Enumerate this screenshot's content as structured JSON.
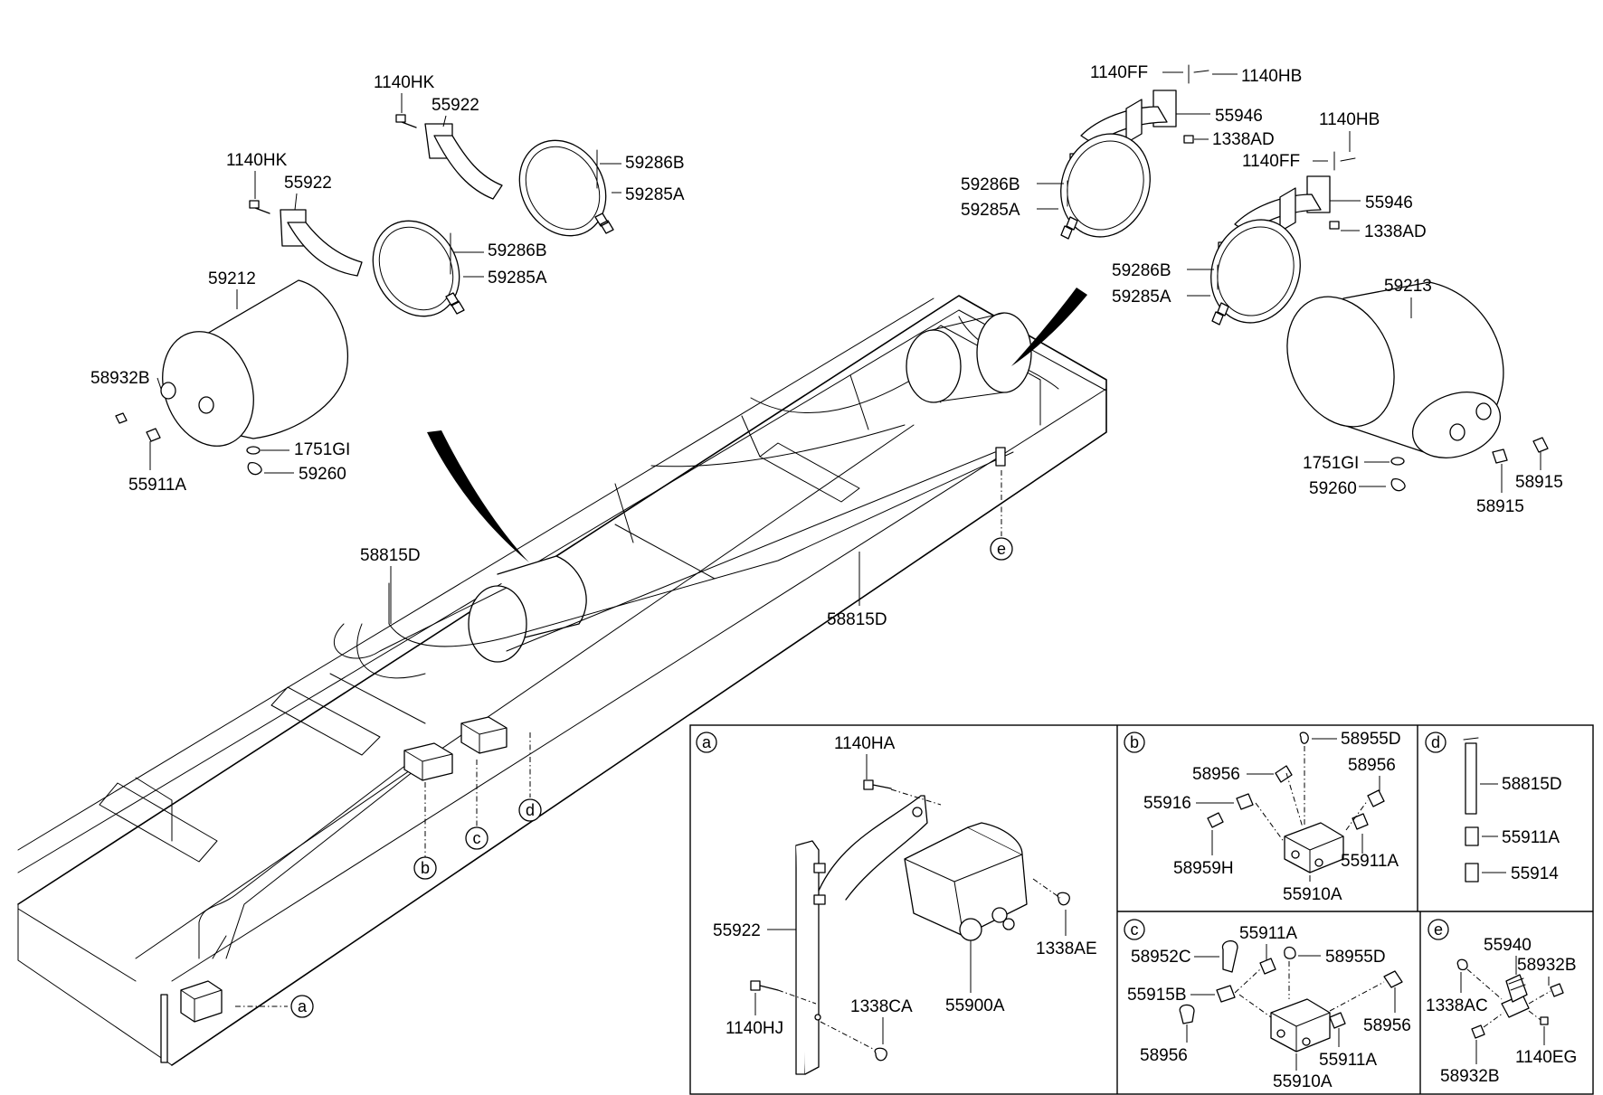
{
  "labels": {
    "l_1140HK_a": "1140HK",
    "l_55922_a": "55922",
    "l_59286B_a": "59286B",
    "l_59285A_a": "59285A",
    "l_1140HK_b": "1140HK",
    "l_55922_b": "55922",
    "l_59286B_b": "59286B",
    "l_59285A_b": "59285A",
    "l_59212": "59212",
    "l_58932B": "58932B",
    "l_55911A": "55911A",
    "l_1751GI": "1751GI",
    "l_59260": "59260",
    "l_1140FF_a": "1140FF",
    "l_1140HB_a": "1140HB",
    "l_55946_a": "55946",
    "l_1338AD_a": "1338AD",
    "l_1140HB_b": "1140HB",
    "l_1140FF_b": "1140FF",
    "l_55946_b": "55946",
    "l_1338AD_b": "1338AD",
    "l_59286B_c": "59286B",
    "l_59285A_c": "59285A",
    "l_59286B_d": "59286B",
    "l_59285A_d": "59285A",
    "l_59213": "59213",
    "l_1751GI_r": "1751GI",
    "l_59260_r": "59260",
    "l_58915_a": "58915",
    "l_58915_b": "58915",
    "l_58815D_a": "58815D",
    "l_58815D_b": "58815D"
  },
  "callouts": {
    "a": "a",
    "b": "b",
    "c": "c",
    "d": "d",
    "e": "e"
  },
  "panels": {
    "a": {
      "letter": "a",
      "labels": {
        "l_1140HA": "1140HA",
        "l_55922": "55922",
        "l_1338AE": "1338AE",
        "l_1140HJ": "1140HJ",
        "l_1338CA": "1338CA",
        "l_55900A": "55900A"
      }
    },
    "b": {
      "letter": "b",
      "labels": {
        "l_58955D": "58955D",
        "l_58956_a": "58956",
        "l_58956_b": "58956",
        "l_55916": "55916",
        "l_55911A": "55911A",
        "l_58959H": "58959H",
        "l_55910A": "55910A"
      }
    },
    "c": {
      "letter": "c",
      "labels": {
        "l_55911A_a": "55911A",
        "l_58952C": "58952C",
        "l_58955D": "58955D",
        "l_55915B": "55915B",
        "l_58956_a": "58956",
        "l_58956_b": "58956",
        "l_55911A_b": "55911A",
        "l_55910A": "55910A"
      }
    },
    "d": {
      "letter": "d",
      "labels": {
        "l_58815D": "58815D",
        "l_55911A": "55911A",
        "l_55914": "55914"
      }
    },
    "e": {
      "letter": "e",
      "labels": {
        "l_55940": "55940",
        "l_58932B_a": "58932B",
        "l_1338AC": "1338AC",
        "l_1140EG": "1140EG",
        "l_58932B_b": "58932B"
      }
    }
  }
}
